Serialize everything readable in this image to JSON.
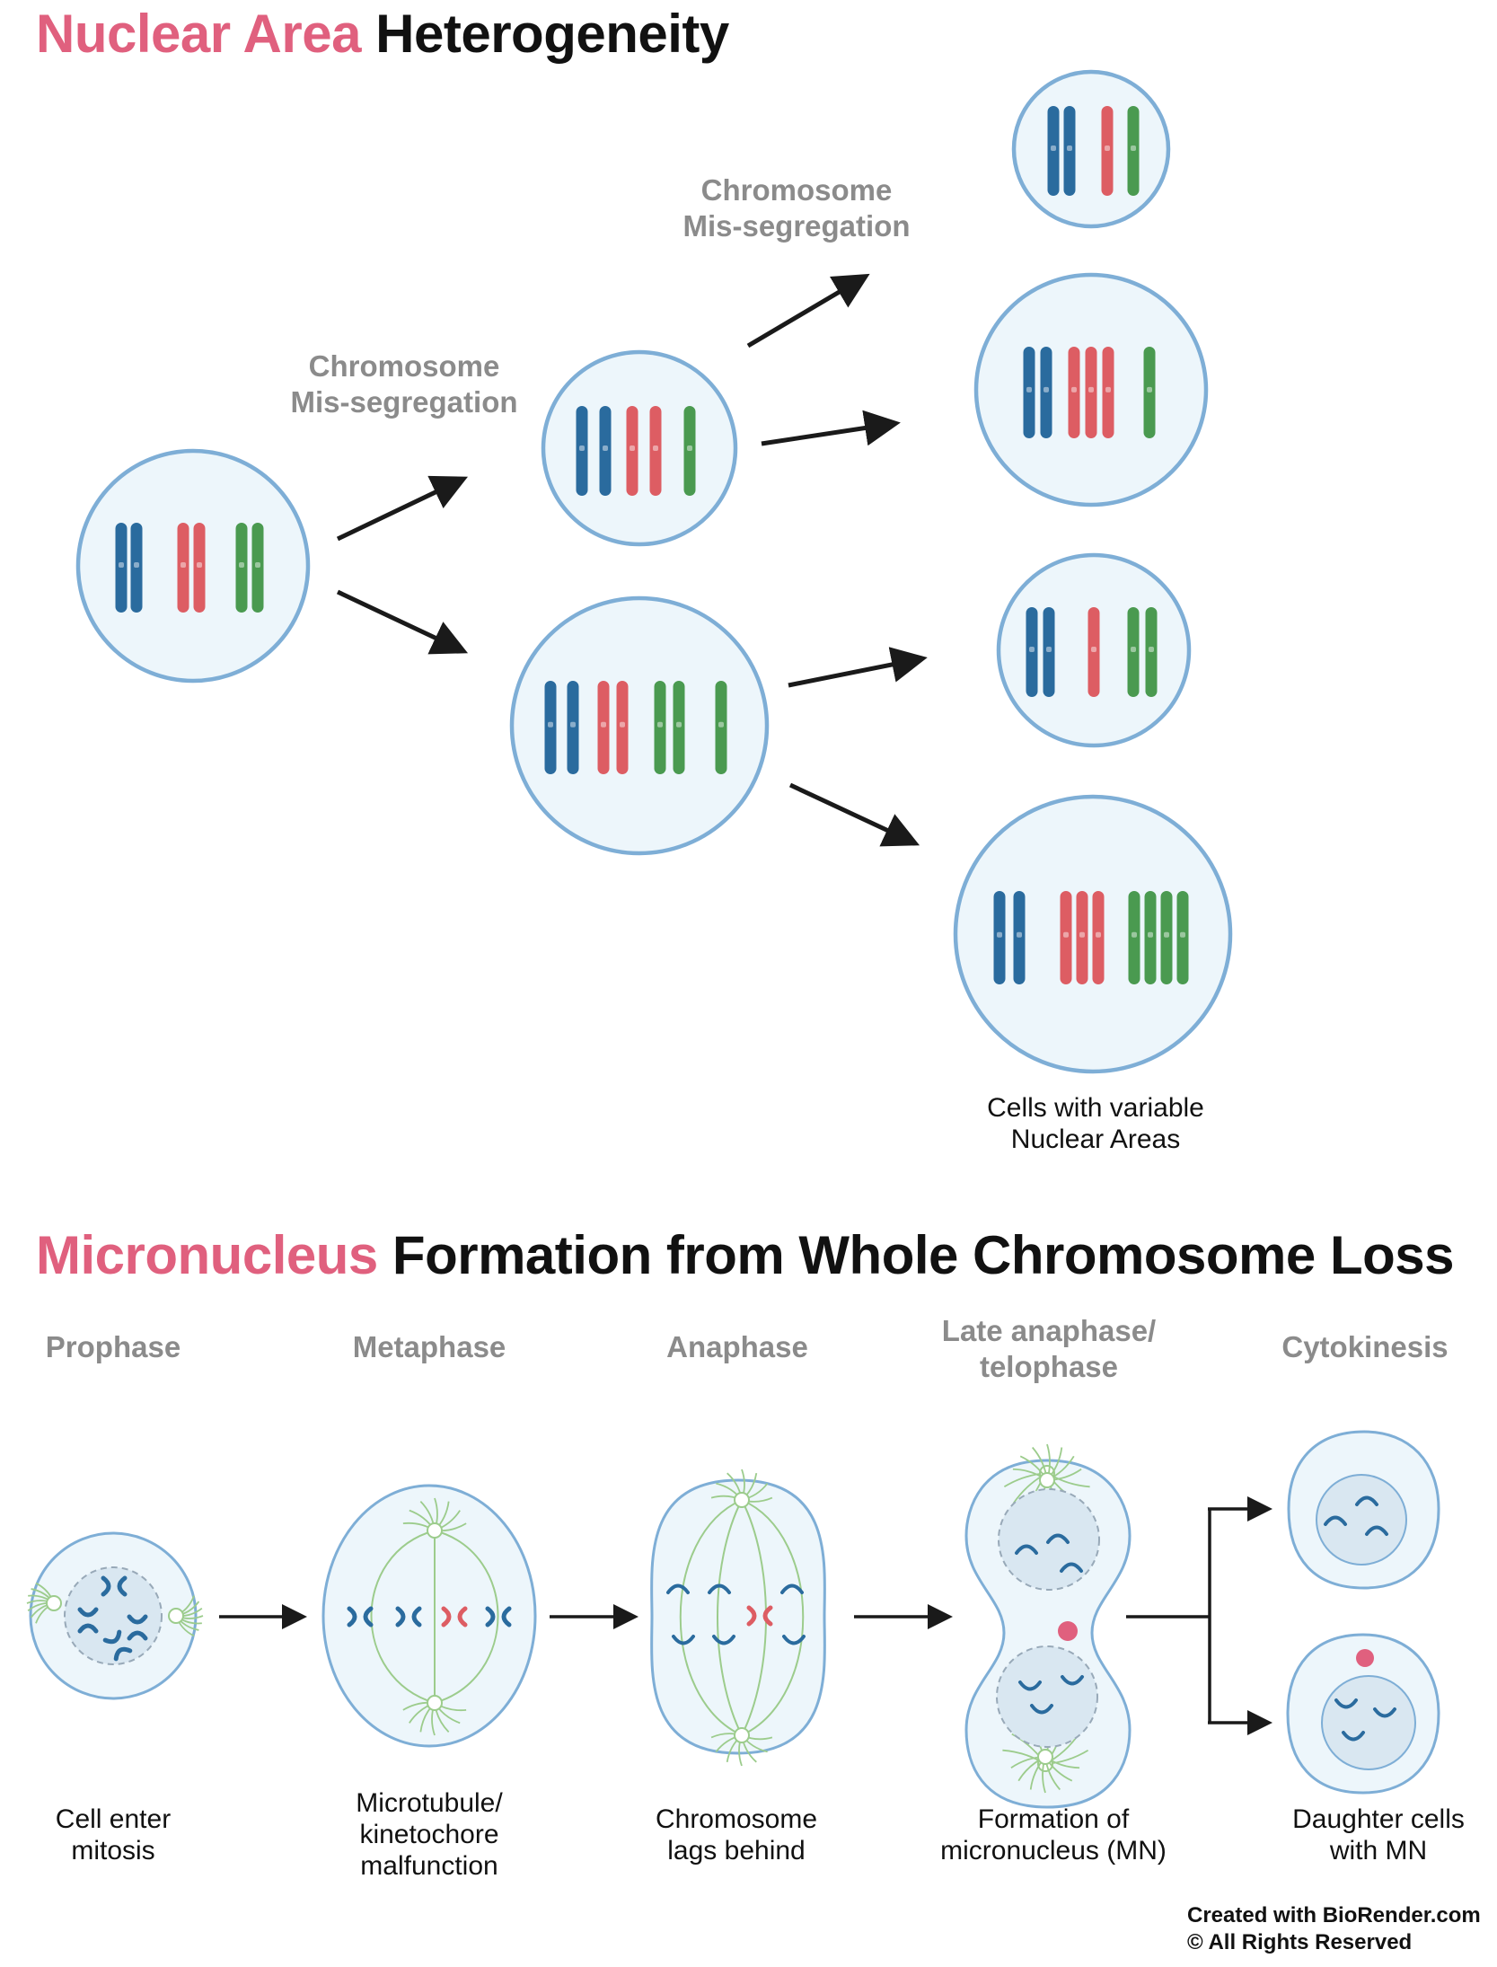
{
  "section1": {
    "title_highlight": "Nuclear Area",
    "title_rest": "Heterogeneity",
    "label_missegregation_1": "Chromosome\nMis-segregation",
    "label_missegregation_2": "Chromosome\nMis-segregation",
    "caption": "Cells with variable\nNuclear Areas"
  },
  "section2": {
    "title_highlight": "Micronucleus",
    "title_rest": "Formation from Whole Chromosome Loss",
    "phases": [
      {
        "name": "Prophase",
        "caption": "Cell enter\nmitosis"
      },
      {
        "name": "Metaphase",
        "caption": "Microtubule/\nkinetochore\nmalfunction"
      },
      {
        "name": "Anaphase",
        "caption": "Chromosome\nlags behind"
      },
      {
        "name": "Late anaphase/\ntelophase",
        "caption": "Formation of\nmicronucleus (MN)"
      },
      {
        "name": "Cytokinesis",
        "caption": "Daughter cells\nwith MN"
      }
    ]
  },
  "footer": {
    "line1": "Created with BioRender.com",
    "line2": "© All Rights Reserved"
  },
  "colors": {
    "accent_pink": "#e0607e",
    "chromosome_blue": "#2a6b9e",
    "chromosome_red": "#dd5d63",
    "chromosome_green": "#4a9a50",
    "cell_outline": "#7eaed6",
    "cell_fill": "#edf6fb",
    "spindle_green": "#9ccc8c",
    "arrow": "#1a1a1a"
  }
}
